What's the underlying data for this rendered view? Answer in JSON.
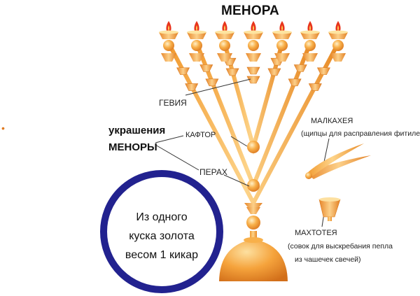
{
  "title": "МЕНОРА",
  "labels": {
    "gevia": "ГЕВИЯ",
    "kaftor": "КАФТОР",
    "perah": "ПЕРАХ",
    "decorations_line1": "украшения",
    "decorations_line2": "МЕНОРЫ"
  },
  "tools": {
    "malkhaeya_name": "МАЛКАХЕЯ",
    "malkhaeya_desc": "(щипцы для расправления фитилей)",
    "mahtotea_name": "МАХТОТЕЯ",
    "mahtotea_desc_line1": "(совок для выскребания пепла",
    "mahtotea_desc_line2": "из чашечек свечей)"
  },
  "circle": {
    "line1": "Из одного",
    "line2": "куска золота",
    "line3": "весом 1 кикар"
  },
  "colors": {
    "gold_light": "#fde4a0",
    "gold": "#f7a93b",
    "gold_dark": "#d9771d",
    "flame": "#e8341c",
    "circle_ring": "#22228f",
    "leader_line": "#333333"
  }
}
